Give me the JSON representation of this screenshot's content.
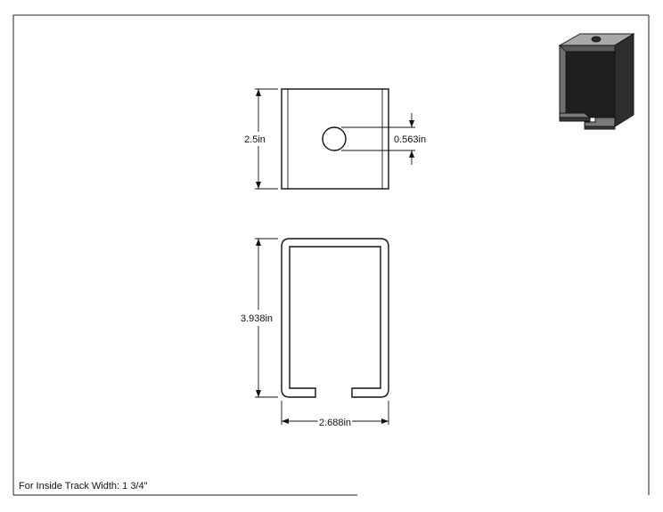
{
  "drawing": {
    "dimensions": {
      "top_view_height": "2.5in",
      "hole_diameter": "0.563in",
      "front_view_height": "3.938in",
      "front_view_width": "2.688in"
    },
    "note": "For Inside Track Width: 1 3/4\""
  },
  "colors": {
    "line": "#111111",
    "iso_dark": "#2e2e2e",
    "iso_mid": "#6f6f6f",
    "iso_light": "#a9a9a9"
  }
}
